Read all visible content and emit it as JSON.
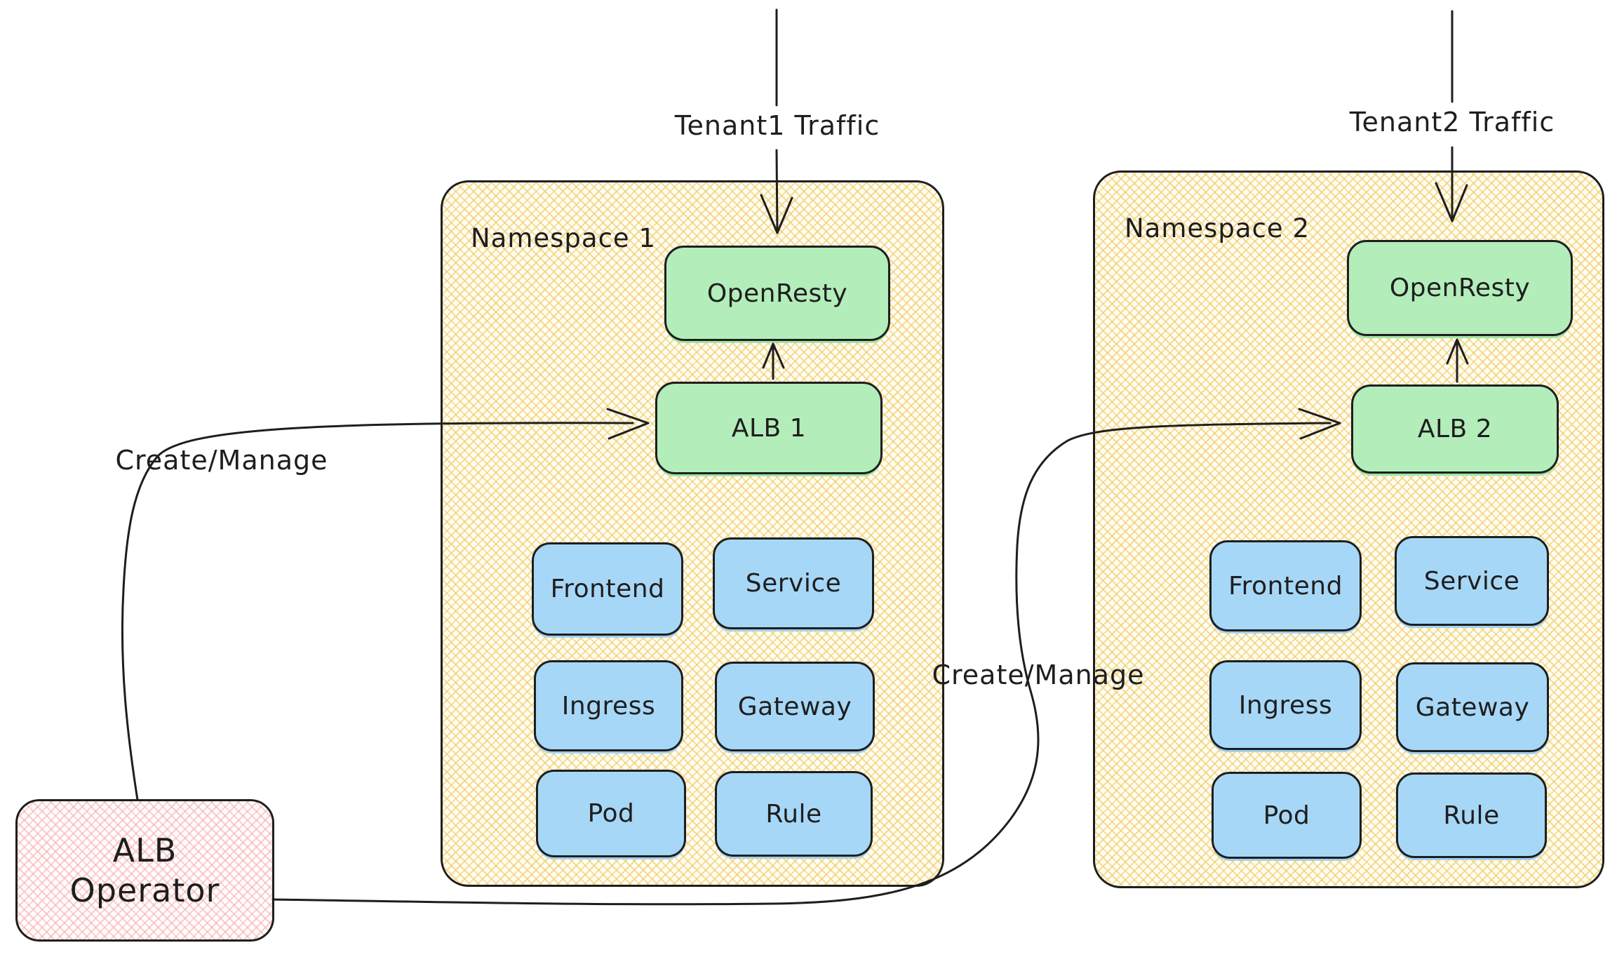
{
  "title": "Multi-tenant ALB architecture diagram",
  "colors": {
    "ink": "#1e1e1e",
    "namespace_fill_hatch": "#f1cd6a",
    "green_fill": "#b3edba",
    "blue_fill": "#a7d7f6",
    "operator_fill_hatch": "#f7a6a6"
  },
  "namespaces": [
    {
      "label": "Namespace 1",
      "openresty_label": "OpenResty",
      "alb_label": "ALB 1",
      "resources": [
        "Frontend",
        "Service",
        "Ingress",
        "Gateway",
        "Pod",
        "Rule"
      ]
    },
    {
      "label": "Namespace 2",
      "openresty_label": "OpenResty",
      "alb_label": "ALB 2",
      "resources": [
        "Frontend",
        "Service",
        "Ingress",
        "Gateway",
        "Pod",
        "Rule"
      ]
    }
  ],
  "operator": {
    "lines": [
      "ALB",
      "Operator"
    ]
  },
  "labels": {
    "tenant1_traffic": "Tenant1 Traffic",
    "tenant2_traffic": "Tenant2 Traffic",
    "create_manage_left": "Create/Manage",
    "create_manage_right": "Create/Manage"
  }
}
